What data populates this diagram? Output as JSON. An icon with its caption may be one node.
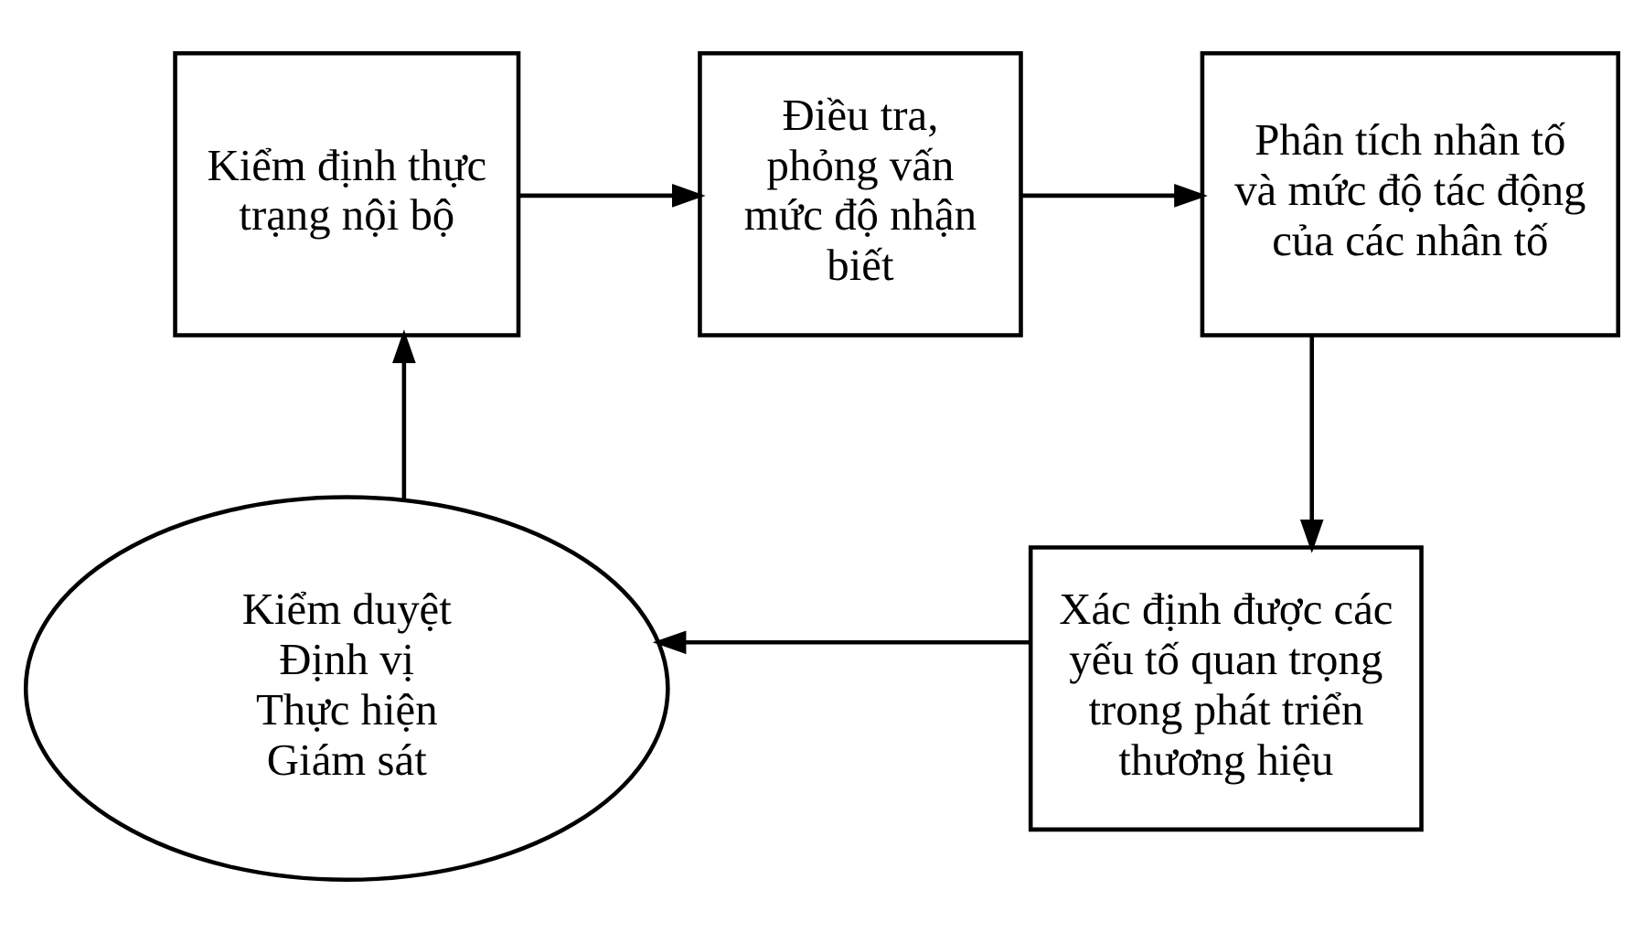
{
  "diagram": {
    "nodes": [
      {
        "text": [
          "Kiểm định thực trạng nội bộ"
        ]
      },
      {
        "text": [
          "Điều tra, phỏng vấn mức độ nhận biết"
        ]
      },
      {
        "text": [
          "Phân tích nhân tố và mức độ tác động của các nhân tố"
        ]
      },
      {
        "text": [
          "Xác định được các yếu tố quan trọng trong phát triển thương hiệu"
        ]
      },
      {
        "text": [
          "Kiểm duyệt",
          "Định vị",
          "Thực hiện",
          "Giám sát"
        ]
      }
    ],
    "edges": [
      {
        "from": 0,
        "to": 1,
        "arrow": "to"
      },
      {
        "from": 1,
        "to": 2,
        "arrow": "to"
      },
      {
        "from": 2,
        "to": 3,
        "arrow": "to"
      },
      {
        "from": 3,
        "to": 4,
        "arrow": "to"
      },
      {
        "from": 4,
        "to": 0,
        "arrow": "to"
      }
    ]
  }
}
